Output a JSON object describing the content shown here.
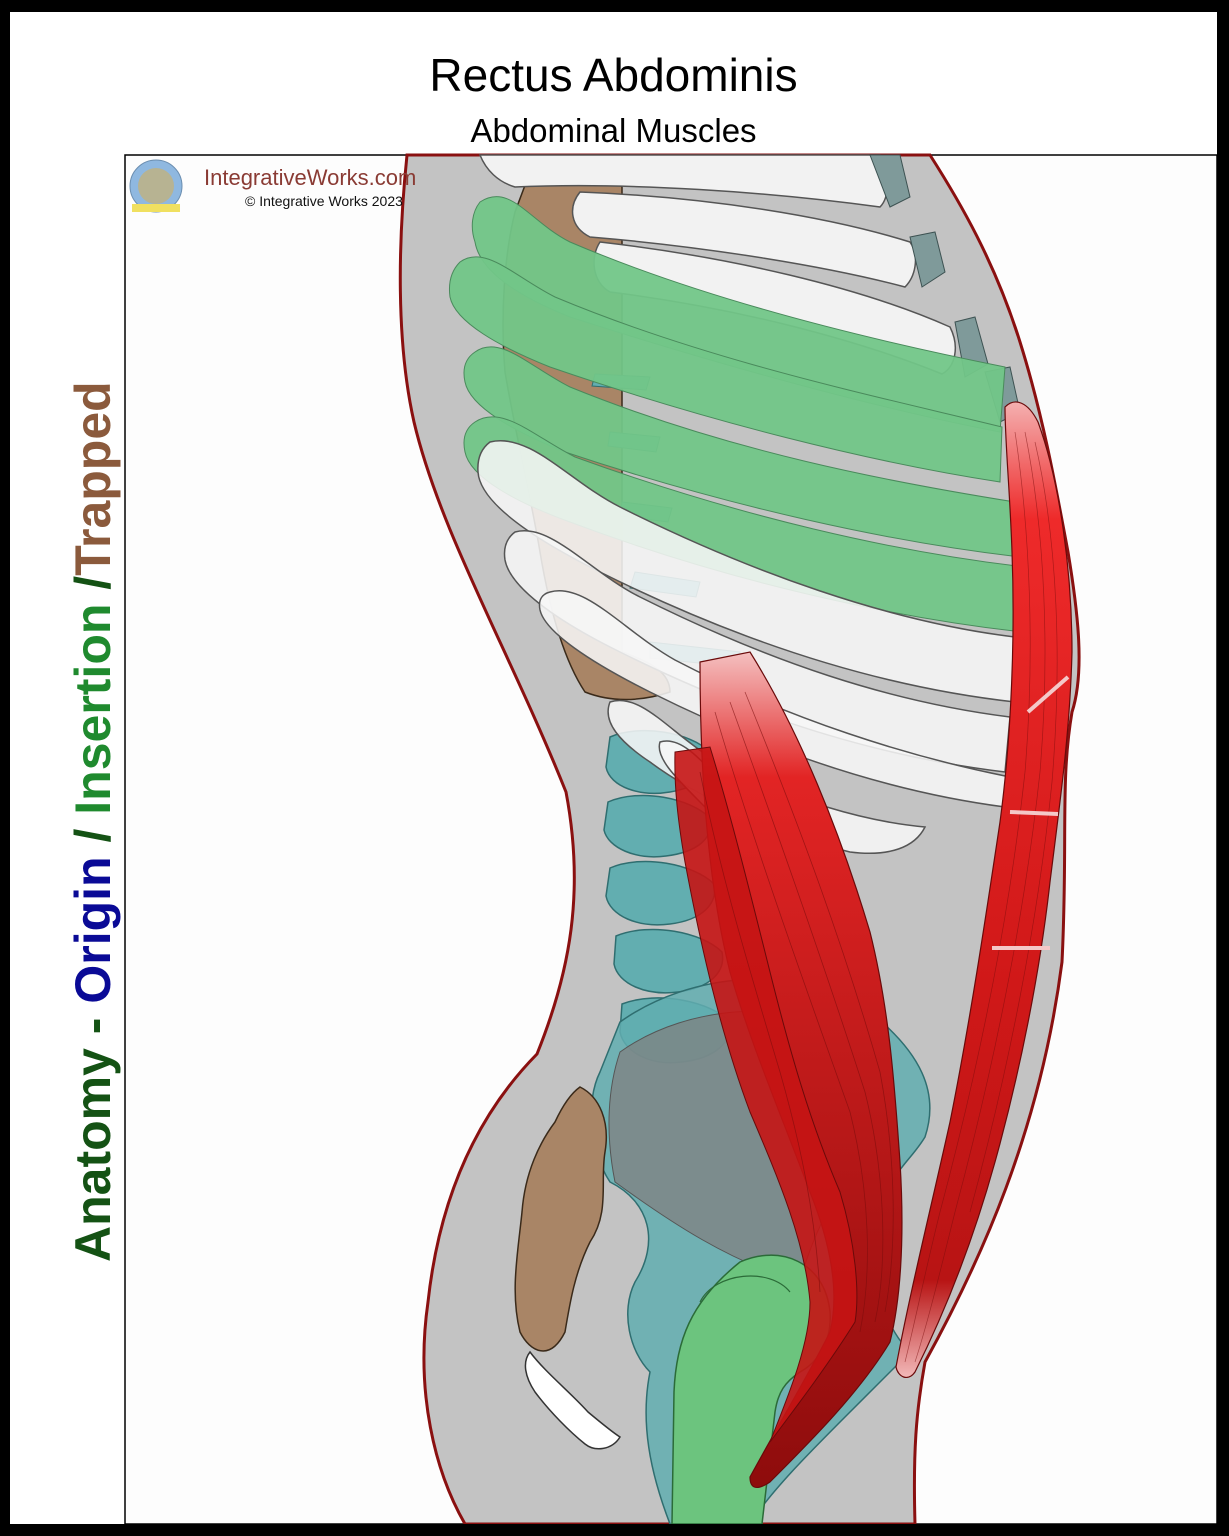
{
  "header": {
    "title": "Rectus Abdominis",
    "subtitle": "Abdominal Muscles"
  },
  "brand": {
    "site": "IntegrativeWorks.com",
    "copyright": "© Integrative Works 2023"
  },
  "side_label": {
    "part1": "Anatomy - ",
    "part2": "Origin",
    "part3": " / ",
    "part4": "Insertion",
    "part5": " /",
    "part6": "Trapped"
  },
  "colors": {
    "anatomy": "#145214",
    "origin": "#0a0a96",
    "insertion": "#1f8a2e",
    "trapped": "#8b5a3c",
    "muscle": "#e02020",
    "body_outline": "#8a1010",
    "body_fill": "#c3c3c3",
    "insertion_ribs": "#72c688",
    "pelvis": "#62aeb0",
    "trapped_bone": "#a98566"
  }
}
